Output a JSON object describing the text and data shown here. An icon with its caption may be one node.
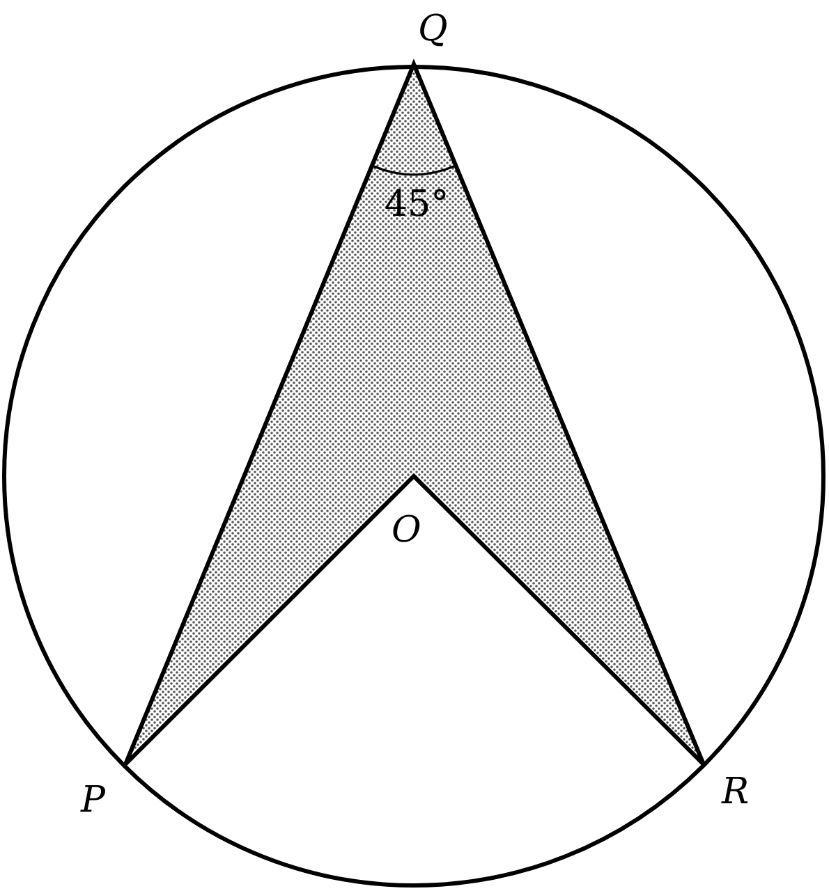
{
  "diagram": {
    "labels": [
      "Q",
      "45°",
      "O",
      "P",
      "R"
    ]
  }
}
